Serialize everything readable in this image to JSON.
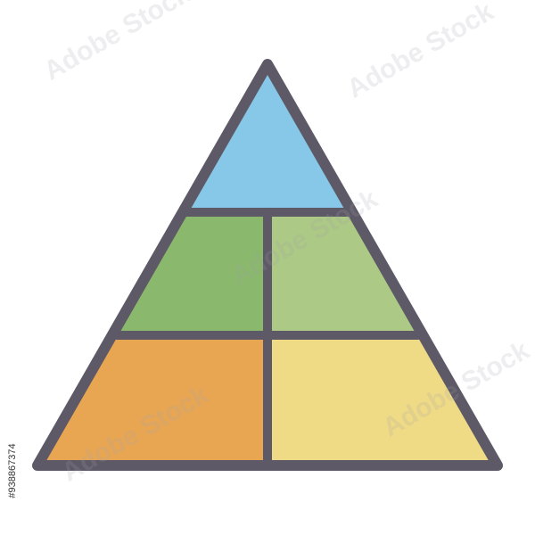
{
  "diagram": {
    "type": "food-pyramid-icon",
    "outline_color": "#5e5966",
    "tiers": [
      {
        "name": "top",
        "sections": [
          {
            "color": "#87c8e8"
          }
        ]
      },
      {
        "name": "middle",
        "sections": [
          {
            "color": "#8ab86c"
          },
          {
            "color": "#acc985"
          }
        ]
      },
      {
        "name": "bottom",
        "sections": [
          {
            "color": "#e8a653"
          },
          {
            "color": "#efdb86"
          }
        ]
      }
    ]
  },
  "watermark": {
    "text": "Adobe Stock"
  },
  "stock_id": "#938867374"
}
